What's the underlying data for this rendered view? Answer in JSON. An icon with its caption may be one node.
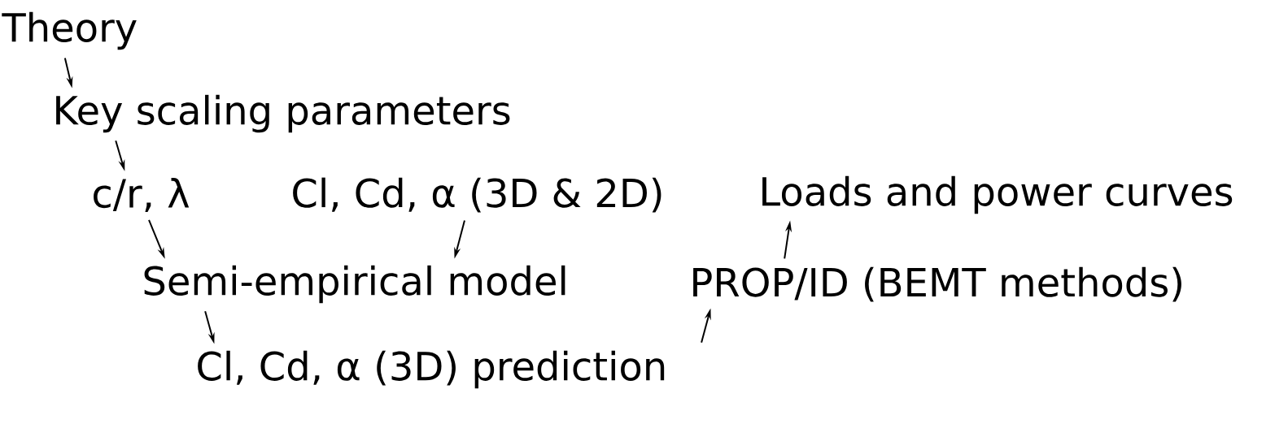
{
  "diagram": {
    "nodes": [
      {
        "text": [
          "Theory"
        ]
      },
      {
        "text": [
          "Key scaling parameters"
        ]
      },
      {
        "text": [
          "c/r, λ"
        ]
      },
      {
        "text": [
          "Cl, Cd, α (3D & 2D)"
        ]
      },
      {
        "text": [
          "Loads and power curves"
        ]
      },
      {
        "text": [
          "Semi-empirical model"
        ]
      },
      {
        "text": [
          "PROP/ID (BEMT methods)"
        ]
      },
      {
        "text": [
          "Cl, Cd, α (3D) prediction"
        ]
      }
    ],
    "edges": [
      {
        "from": 0,
        "to": 1,
        "arrow": "to"
      },
      {
        "from": 1,
        "to": 2,
        "arrow": "to"
      },
      {
        "from": 2,
        "to": 5,
        "arrow": "to"
      },
      {
        "from": 3,
        "to": 5,
        "arrow": "to"
      },
      {
        "from": 5,
        "to": 7,
        "arrow": "to"
      },
      {
        "from": 7,
        "to": 6,
        "arrow": "to"
      },
      {
        "from": 6,
        "to": 4,
        "arrow": "to"
      }
    ]
  }
}
